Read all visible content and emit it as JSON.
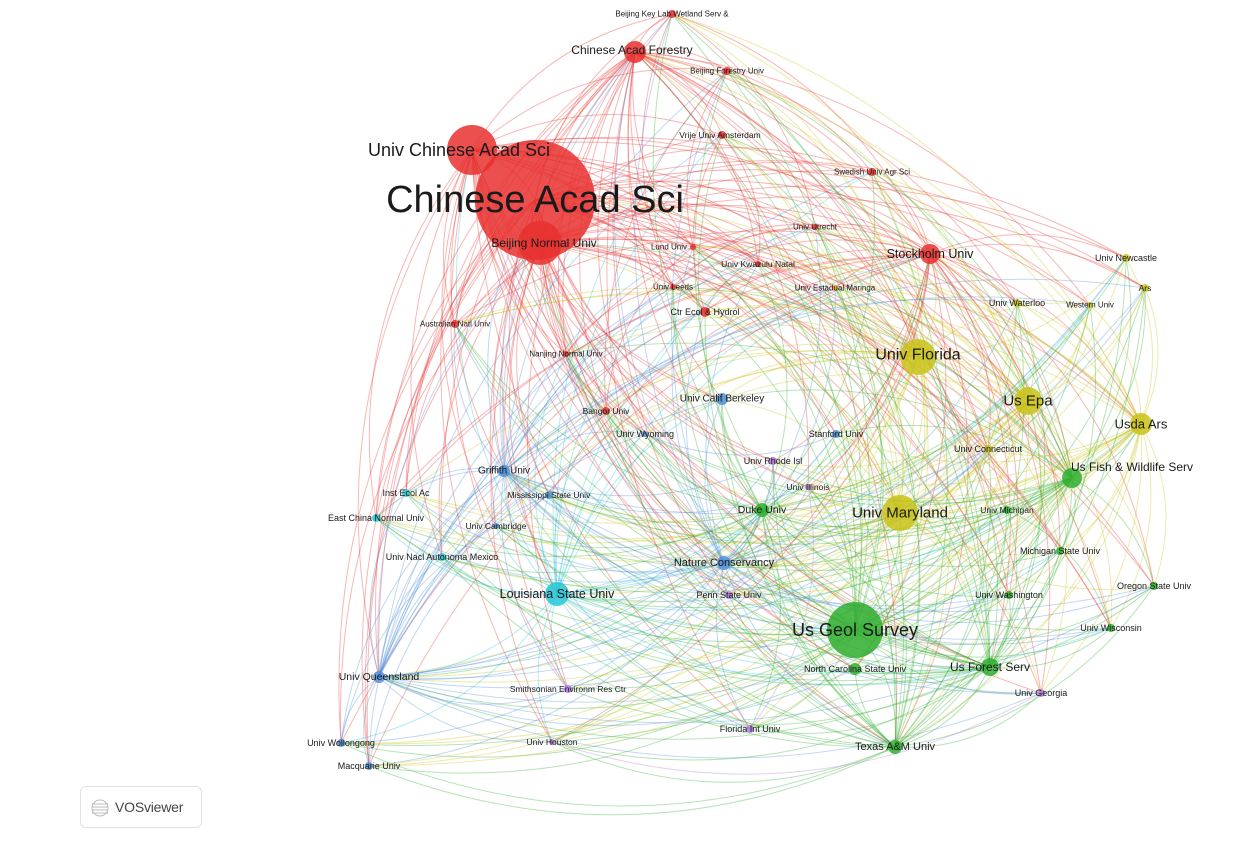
{
  "colors": {
    "red": "#e8302f",
    "yellow": "#c9c218",
    "green": "#2fae2f",
    "blue": "#4f8ed9",
    "cyan": "#27c6d6",
    "purple": "#b57be0",
    "orange": "#f39a3a",
    "label": "#1a1a1a"
  },
  "brand": {
    "name": "VOSviewer",
    "logo_icon": "vosviewer-logo-icon"
  },
  "network": {
    "nodes": [
      {
        "id": "chinese-acad-sci",
        "label": "Chinese Acad Sci",
        "cluster": "red",
        "size": 60
      },
      {
        "id": "univ-chinese-acad-sci",
        "label": "Univ Chinese Acad Sci",
        "cluster": "red",
        "size": 25
      },
      {
        "id": "beijing-normal-univ",
        "label": "Beijing Normal Univ",
        "cluster": "red",
        "size": 22
      },
      {
        "id": "chinese-acad-forestry",
        "label": "Chinese Acad Forestry",
        "cluster": "red",
        "size": 11
      },
      {
        "id": "beijing-key-lab-wetland",
        "label": "Beijing Key Lab Wetland Serv &",
        "cluster": "red",
        "size": 4
      },
      {
        "id": "beijing-forestry-univ",
        "label": "Beijing Forestry Univ",
        "cluster": "red",
        "size": 4
      },
      {
        "id": "vrije-univ-amsterdam",
        "label": "Vrije Univ Amsterdam",
        "cluster": "red",
        "size": 4
      },
      {
        "id": "swedish-univ-agr-sci",
        "label": "Swedish Univ Agr Sci",
        "cluster": "red",
        "size": 4
      },
      {
        "id": "univ-utrecht",
        "label": "Univ Utrecht",
        "cluster": "red",
        "size": 3
      },
      {
        "id": "lund-univ",
        "label": "Lund Univ",
        "cluster": "red",
        "size": 3
      },
      {
        "id": "univ-kwazulu-natal",
        "label": "Univ Kwazulu Natal",
        "cluster": "red",
        "size": 3
      },
      {
        "id": "stockholm-univ",
        "label": "Stockholm Univ",
        "cluster": "red",
        "size": 10
      },
      {
        "id": "univ-leeds",
        "label": "Univ Leeds",
        "cluster": "red",
        "size": 3
      },
      {
        "id": "univ-estadual-maringa",
        "label": "Univ Estadual Maringa",
        "cluster": "orange",
        "size": 3
      },
      {
        "id": "ctr-ecol-hydrol",
        "label": "Ctr Ecol & Hydrol",
        "cluster": "red",
        "size": 5
      },
      {
        "id": "australian-natl-univ",
        "label": "Australian Natl Univ",
        "cluster": "red",
        "size": 4
      },
      {
        "id": "nanjing-normal-univ",
        "label": "Nanjing Normal Univ",
        "cluster": "red",
        "size": 3
      },
      {
        "id": "bangor-univ",
        "label": "Bangor Univ",
        "cluster": "red",
        "size": 4
      },
      {
        "id": "univ-newcastle",
        "label": "Univ Newcastle",
        "cluster": "yellow",
        "size": 4
      },
      {
        "id": "ars",
        "label": "Ars",
        "cluster": "yellow",
        "size": 4
      },
      {
        "id": "univ-waterloo",
        "label": "Univ Waterloo",
        "cluster": "yellow",
        "size": 4
      },
      {
        "id": "western-univ",
        "label": "Western Univ",
        "cluster": "yellow",
        "size": 3
      },
      {
        "id": "univ-florida",
        "label": "Univ Florida",
        "cluster": "yellow",
        "size": 18
      },
      {
        "id": "us-epa",
        "label": "Us Epa",
        "cluster": "yellow",
        "size": 14
      },
      {
        "id": "usda-ars",
        "label": "Usda Ars",
        "cluster": "yellow",
        "size": 11
      },
      {
        "id": "univ-connecticut",
        "label": "Univ Connecticut",
        "cluster": "yellow",
        "size": 4
      },
      {
        "id": "us-fish-wildlife-serv",
        "label": "Us Fish & Wildlife Serv",
        "cluster": "green",
        "size": 10
      },
      {
        "id": "univ-maryland",
        "label": "Univ Maryland",
        "cluster": "yellow",
        "size": 18
      },
      {
        "id": "univ-michigan",
        "label": "Univ Michigan",
        "cluster": "green",
        "size": 4
      },
      {
        "id": "michigan-state-univ",
        "label": "Michigan State Univ",
        "cluster": "green",
        "size": 4
      },
      {
        "id": "oregon-state-univ",
        "label": "Oregon State Univ",
        "cluster": "green",
        "size": 4
      },
      {
        "id": "univ-washington",
        "label": "Univ Washington",
        "cluster": "green",
        "size": 4
      },
      {
        "id": "univ-wisconsin",
        "label": "Univ Wisconsin",
        "cluster": "green",
        "size": 4
      },
      {
        "id": "us-geol-survey",
        "label": "Us Geol Survey",
        "cluster": "green",
        "size": 28
      },
      {
        "id": "north-carolina-state-univ",
        "label": "North Carolina State Univ",
        "cluster": "green",
        "size": 6
      },
      {
        "id": "us-forest-serv",
        "label": "Us Forest Serv",
        "cluster": "green",
        "size": 9
      },
      {
        "id": "univ-georgia",
        "label": "Univ Georgia",
        "cluster": "purple",
        "size": 4
      },
      {
        "id": "texas-am-univ",
        "label": "Texas A&M Univ",
        "cluster": "green",
        "size": 7
      },
      {
        "id": "florida-int-univ",
        "label": "Florida Int Univ",
        "cluster": "purple",
        "size": 4
      },
      {
        "id": "univ-calif-berkeley",
        "label": "Univ Calif Berkeley",
        "cluster": "blue",
        "size": 6
      },
      {
        "id": "stanford-univ",
        "label": "Stanford Univ",
        "cluster": "blue",
        "size": 4
      },
      {
        "id": "univ-rhode-isl",
        "label": "Univ Rhode Isl",
        "cluster": "purple",
        "size": 4
      },
      {
        "id": "univ-illinois",
        "label": "Univ Illinois",
        "cluster": "purple",
        "size": 3
      },
      {
        "id": "duke-univ",
        "label": "Duke Univ",
        "cluster": "green",
        "size": 7
      },
      {
        "id": "univ-wyoming",
        "label": "Univ Wyoming",
        "cluster": "blue",
        "size": 3
      },
      {
        "id": "griffith-univ",
        "label": "Griffith Univ",
        "cluster": "blue",
        "size": 6
      },
      {
        "id": "mississippi-state-univ",
        "label": "Mississippi State Univ",
        "cluster": "blue",
        "size": 4
      },
      {
        "id": "inst-ecol-ac",
        "label": "Inst Ecol Ac",
        "cluster": "cyan",
        "size": 4
      },
      {
        "id": "east-china-normal-univ",
        "label": "East China Normal Univ",
        "cluster": "cyan",
        "size": 4
      },
      {
        "id": "univ-cambridge",
        "label": "Univ Cambridge",
        "cluster": "blue",
        "size": 3
      },
      {
        "id": "univ-nacl-autonoma-mexico",
        "label": "Univ Nacl Autonoma Mexico",
        "cluster": "cyan",
        "size": 4
      },
      {
        "id": "nature-conservancy",
        "label": "Nature Conservancy",
        "cluster": "blue",
        "size": 7
      },
      {
        "id": "louisiana-state-univ",
        "label": "Louisiana State Univ",
        "cluster": "cyan",
        "size": 12
      },
      {
        "id": "penn-state-univ",
        "label": "Penn State Univ",
        "cluster": "purple",
        "size": 4
      },
      {
        "id": "univ-queensland",
        "label": "Univ Queensland",
        "cluster": "blue",
        "size": 6
      },
      {
        "id": "smithsonian-environm-res-ctr",
        "label": "Smithsonian Environm Res Ctr",
        "cluster": "purple",
        "size": 4
      },
      {
        "id": "univ-houston",
        "label": "Univ Houston",
        "cluster": "purple",
        "size": 3
      },
      {
        "id": "univ-wollongong",
        "label": "Univ Wollongong",
        "cluster": "blue",
        "size": 4
      },
      {
        "id": "macquarie-univ",
        "label": "Macquarie Univ",
        "cluster": "blue",
        "size": 4
      }
    ]
  }
}
